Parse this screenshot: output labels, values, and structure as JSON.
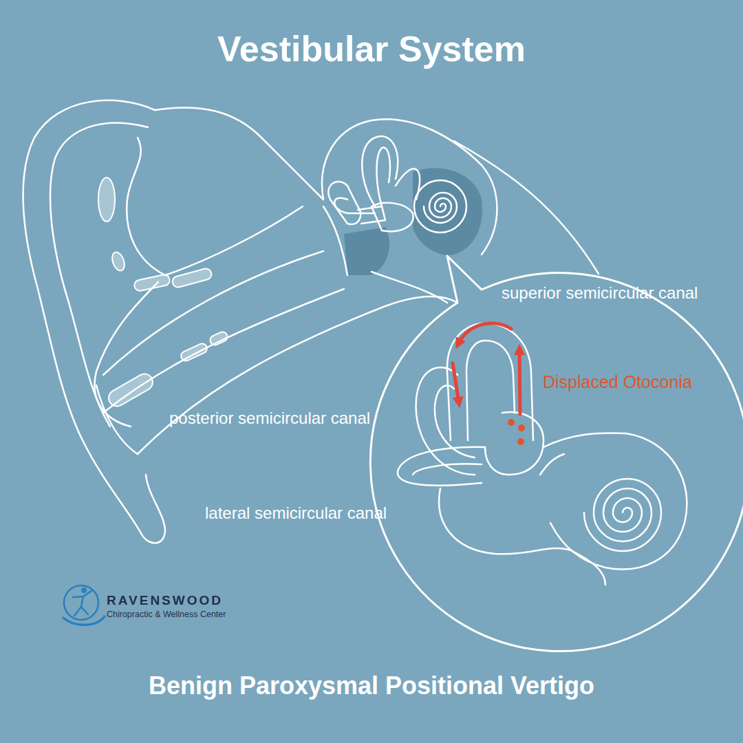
{
  "diagram": {
    "title": "Vestibular System",
    "caption": "Benign Paroxysmal Positional Vertigo",
    "labels": [
      "superior semicircular canal",
      "Displaced Otoconia",
      "posterior semicircular canal",
      "lateral semicircular canal",
      "RAVENSWOOD",
      "Chiropractic & Wellness Center"
    ]
  }
}
